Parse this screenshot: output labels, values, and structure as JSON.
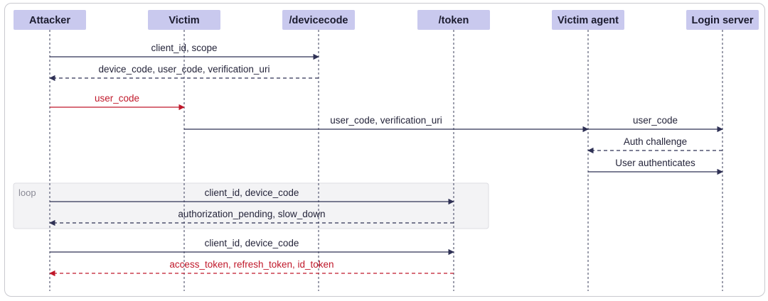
{
  "participants": [
    "Attacker",
    "Victim",
    "/devicecode",
    "/token",
    "Victim agent",
    "Login server"
  ],
  "loop_label": "loop",
  "messages": [
    {
      "from": 0,
      "to": 2,
      "label": "client_id, scope",
      "style": "solid",
      "color": "#2f3155"
    },
    {
      "from": 2,
      "to": 0,
      "label": "device_code, user_code, verification_uri",
      "style": "dashed",
      "color": "#2f3155"
    },
    {
      "from": 0,
      "to": 1,
      "label": "user_code",
      "style": "solid",
      "color": "#c0182a"
    },
    {
      "from": 1,
      "to": 4,
      "label": "user_code, verification_uri",
      "style": "solid",
      "color": "#2f3155"
    },
    {
      "from": 4,
      "to": 5,
      "label": "user_code",
      "style": "solid",
      "color": "#2f3155"
    },
    {
      "from": 5,
      "to": 4,
      "label": "Auth challenge",
      "style": "dashed",
      "color": "#2f3155"
    },
    {
      "from": 4,
      "to": 5,
      "label": "User authenticates",
      "style": "solid",
      "color": "#2f3155"
    },
    {
      "from": 0,
      "to": 3,
      "label": "client_id, device_code",
      "style": "solid",
      "color": "#2f3155"
    },
    {
      "from": 3,
      "to": 0,
      "label": "authorization_pending, slow_down",
      "style": "dashed",
      "color": "#2f3155"
    },
    {
      "from": 0,
      "to": 3,
      "label": "client_id, device_code",
      "style": "solid",
      "color": "#2f3155"
    },
    {
      "from": 3,
      "to": 0,
      "label": "access_token, refresh_token, id_token",
      "style": "dashed",
      "color": "#c0182a"
    }
  ],
  "colors": {
    "header_fill": "#c9c9ee",
    "lifeline": "#3a3c5a",
    "loop_fill": "#f3f3f5",
    "loop_border": "#dcdce2"
  }
}
